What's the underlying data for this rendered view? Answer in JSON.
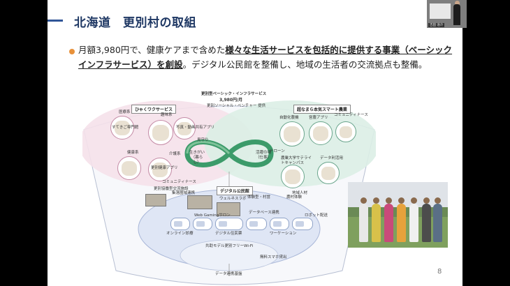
{
  "slide": {
    "title": "北海道　更別村の取組",
    "bullet_pre": "月額3,980円で、健康ケアまで含めた",
    "bullet_underline": "様々な生活サービスを包括的に提供する事業（ベーシックインフラサービス）を創設",
    "bullet_post": "。デジタル公民館を整備し、地域の生活者の交流拠点も整備。",
    "page_number": "8"
  },
  "diagram": {
    "header_line1": "更別型ベーシック・インフラサービス",
    "header_line2": "3,980円/月",
    "header_line3": "更別ソーシャル・ベンチャー 提供",
    "left_box": "ひゃくワクサービス",
    "right_box": "超なまら本気スマート農業",
    "center_box": "デジタル公民館",
    "infinity_left": "生きがい（暮らし）",
    "infinity_right": "活躍の場（仕事）",
    "left_labels": [
      "医療系",
      "すてきご専門館",
      "趣味系",
      "写真・動画共有アプリ",
      "見守り",
      "健康系",
      "更別健康アプリ",
      "介護系",
      "コミュニティナース"
    ],
    "right_labels": [
      "自動化農機",
      "営農アプリ",
      "コミュニティナース",
      "ドローン",
      "農業大学サテライトキャンパス",
      "データ利活用",
      "地域人材"
    ],
    "center_labels": [
      "更別協働型交流施設",
      "集落圏域連携",
      "ウェルネスラボ",
      "体験型・村営",
      "農村体験",
      "データベース連携",
      "オンライン診療",
      "デジタル住民票",
      "ワーケーション",
      "ロボット配送",
      "Web Gamingサロン"
    ],
    "bottom_label1": "共助モデル更別フリーWi-Fi",
    "bottom_label2": "無料スマホ貸出",
    "bottom_label3": "データ連携基盤"
  },
  "webcam": {
    "name_tag": "吉田 浩介"
  },
  "colors": {
    "title": "#1f3864",
    "accent_line": "#2f5597",
    "bullet": "#e8913a",
    "pink_region": "#f5e1ea",
    "green_region": "#dceee6",
    "blue_region": "#dfe6f5"
  }
}
